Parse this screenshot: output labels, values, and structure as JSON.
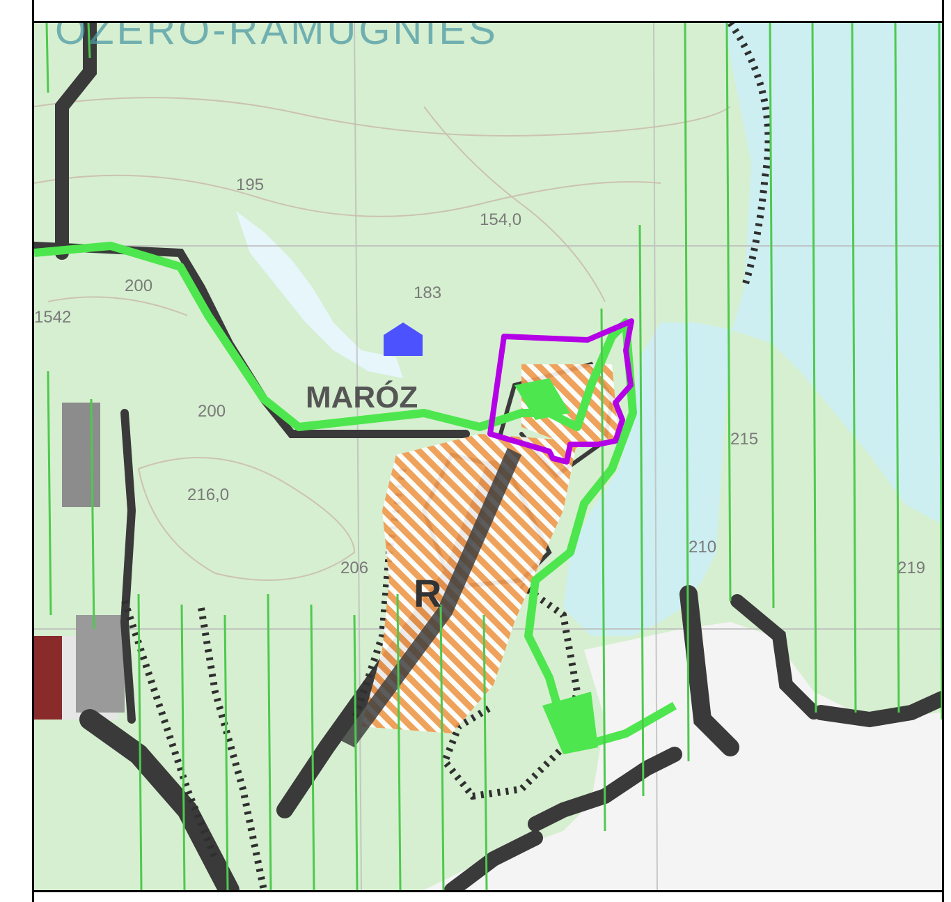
{
  "map": {
    "banner_label": "OZERO-RAMUGNIES",
    "place_label": "MARÓZ",
    "marker_label": "R",
    "spot_heights": [
      "195",
      "154,0",
      "200",
      "1542",
      "183",
      "200",
      "216,0",
      "215",
      "210",
      "206",
      "219"
    ],
    "colors": {
      "land": "#d6efd0",
      "water": "#cdeff1",
      "boundary_green": "#4ee64e",
      "hatch_orange": "#f29a4e",
      "highlight_purple": "#b400e6",
      "road_dark": "#3a3a3a",
      "marker_blue": "#4d52ff",
      "urban": "#f2f2f2"
    },
    "icons": [
      "blue-pentagon-marker",
      "purple-outline-parcel",
      "striped-hatch-zone"
    ]
  }
}
